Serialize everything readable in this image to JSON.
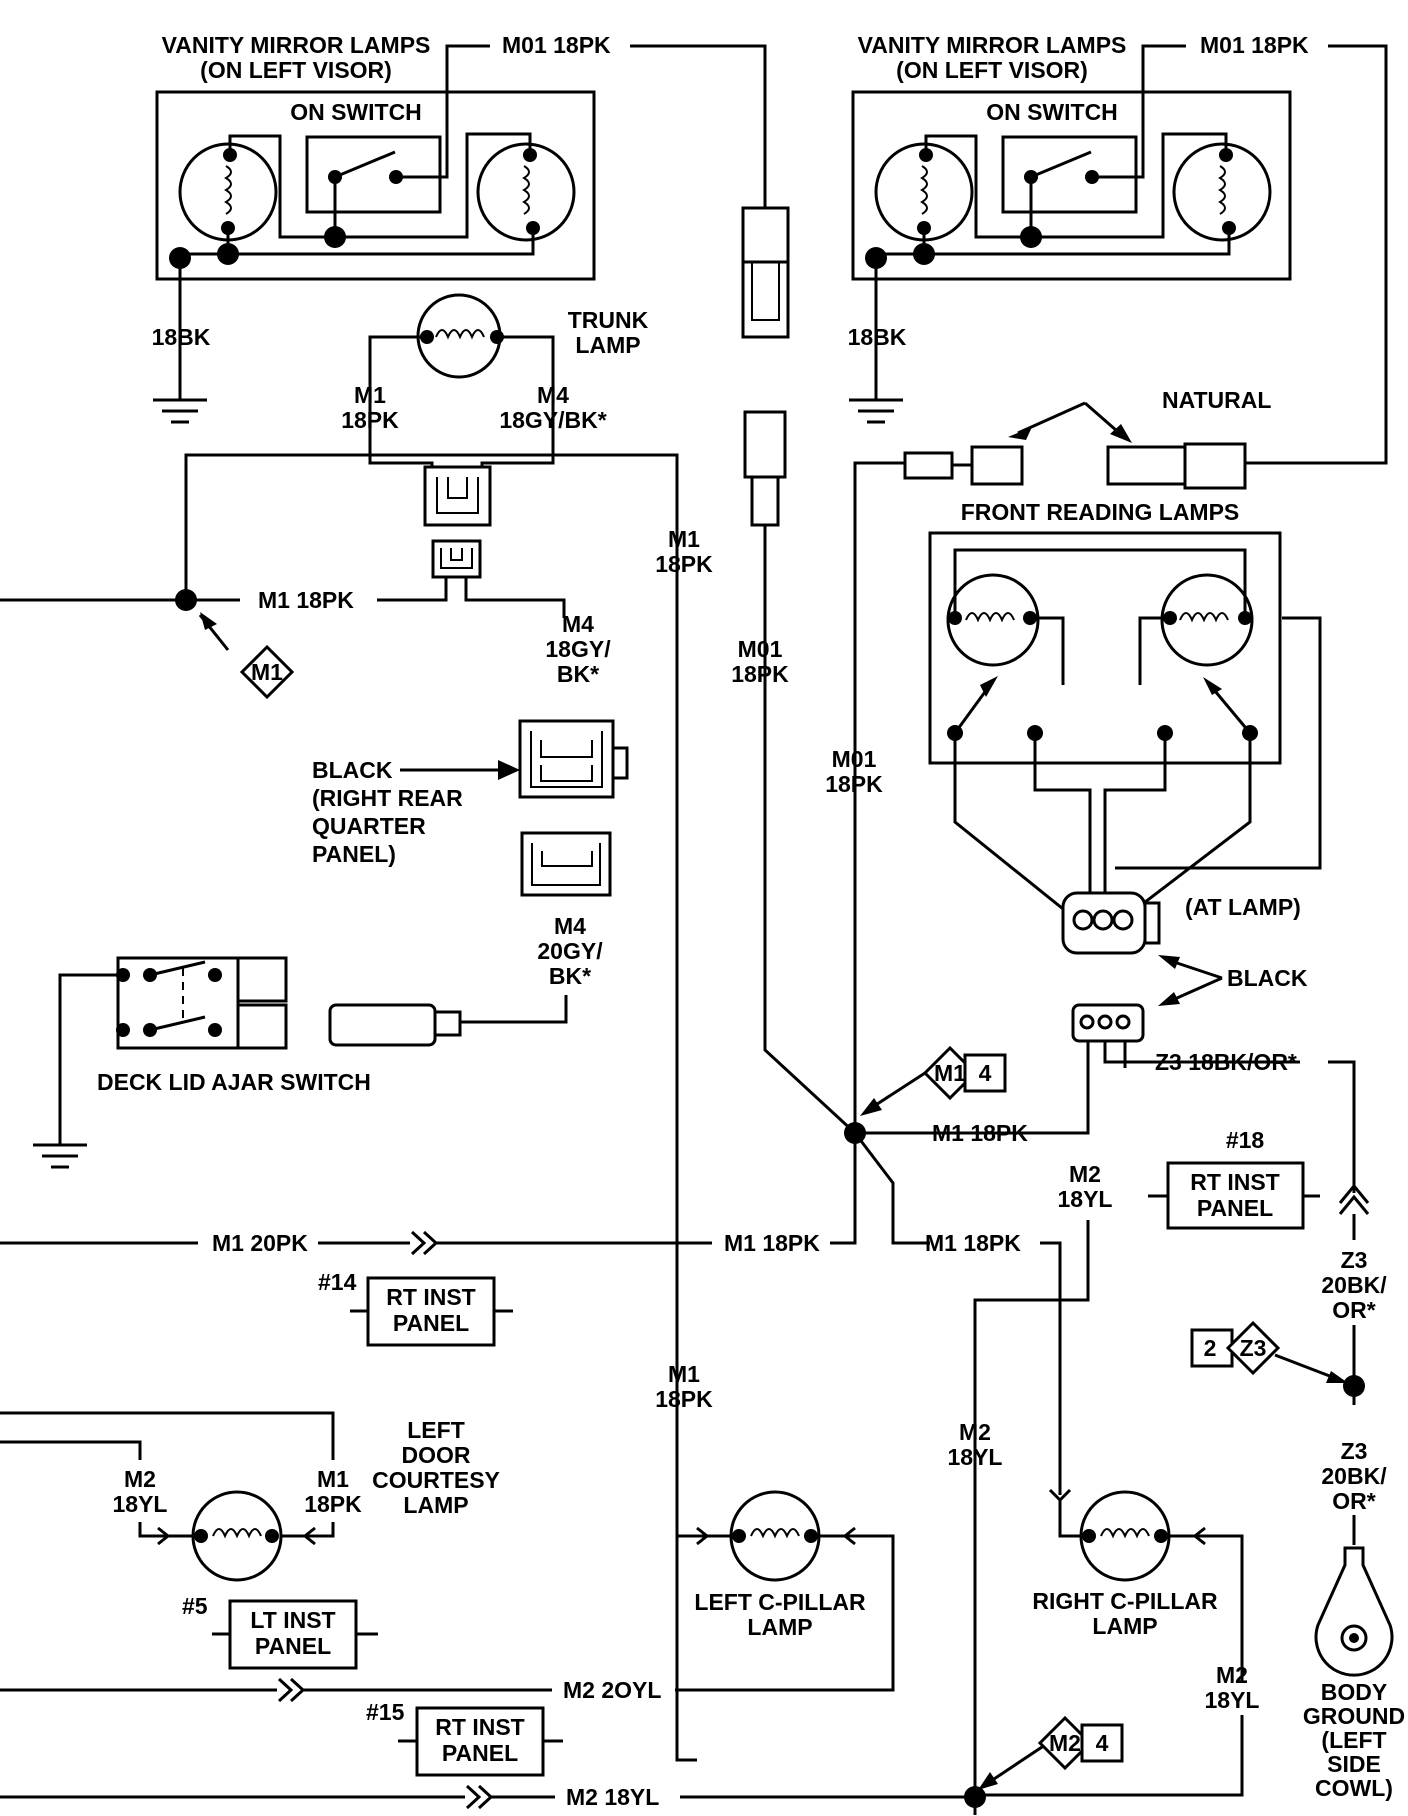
{
  "labels": {
    "vanity_left_title_1": "VANITY MIRROR LAMPS",
    "vanity_left_title_2": "(ON LEFT VISOR)",
    "vanity_left_wire": "M01 18PK",
    "vanity_left_switch": "ON SWITCH",
    "vanity_right_title_1": "VANITY MIRROR LAMPS",
    "vanity_right_title_2": "(ON LEFT VISOR)",
    "vanity_right_wire": "M01 18PK",
    "vanity_right_switch": "ON SWITCH",
    "ground_left_18bk": "18BK",
    "ground_right_18bk": "18BK",
    "trunk_lamp_1": "TRUNK",
    "trunk_lamp_2": "LAMP",
    "trunk_m1_a": "M1",
    "trunk_m1_b": "18PK",
    "trunk_m4_a": "M4",
    "trunk_m4_b": "18GY/BK*",
    "natural": "NATURAL",
    "front_reading_lamps": "FRONT READING LAMPS",
    "m1_18pk_left": "M1 18PK",
    "m1_badge": "M1",
    "m4_18gy_a": "M4",
    "m4_18gy_b": "18GY/",
    "m4_18gy_c": "BK*",
    "m1_vert_a": "M1",
    "m1_vert_b": "18PK",
    "m01_vert_a": "M01",
    "m01_vert_b": "18PK",
    "m01_right_a": "M01",
    "m01_right_b": "18PK",
    "black_label": "BLACK",
    "right_rear_1": "(RIGHT REAR",
    "right_rear_2": "QUARTER",
    "right_rear_3": "PANEL)",
    "m4_20gy_a": "M4",
    "m4_20gy_b": "20GY/",
    "m4_20gy_c": "BK*",
    "at_lamp": "(AT LAMP)",
    "black_right": "BLACK",
    "deck_lid": "DECK LID AJAR SWITCH",
    "z3_18bk": "Z3 18BK/OR*",
    "m1_4_badge": "M1",
    "m1_4_num": "4",
    "m1_18pk_center": "M1 18PK",
    "m2_18yl_a": "M2",
    "m2_18yl_b": "18YL",
    "ref18": "#18",
    "rt_inst_18_a": "RT INST",
    "rt_inst_18_b": "PANEL",
    "m1_20pk": "M1 20PK",
    "m1_18pk_mid": "M1 18PK",
    "m1_18pk_right": "M1 18PK",
    "z3_20bk_a": "Z3",
    "z3_20bk_b": "20BK/",
    "z3_20bk_c": "OR*",
    "ref14": "#14",
    "rt_inst_14_a": "RT INST",
    "rt_inst_14_b": "PANEL",
    "z3_badge_num": "2",
    "z3_badge": "Z3",
    "m1_low_a": "M1",
    "m1_low_b": "18PK",
    "left_door_1": "LEFT",
    "left_door_2": "DOOR",
    "left_door_3": "COURTESY",
    "left_door_4": "LAMP",
    "m2_ld_a": "M2",
    "m2_ld_b": "18YL",
    "m1_ld_a": "M1",
    "m1_ld_b": "18PK",
    "m2_right_a": "M2",
    "m2_right_b": "18YL",
    "z3_20bk2_a": "Z3",
    "z3_20bk2_b": "20BK/",
    "z3_20bk2_c": "OR*",
    "ref5": "#5",
    "lt_inst_5_a": "LT INST",
    "lt_inst_5_b": "PANEL",
    "left_cpillar_1": "LEFT C-PILLAR",
    "left_cpillar_2": "LAMP",
    "right_cpillar_1": "RIGHT C-PILLAR",
    "right_cpillar_2": "LAMP",
    "body_ground_1": "BODY",
    "body_ground_2": "GROUND",
    "body_ground_3": "(LEFT",
    "body_ground_4": "SIDE",
    "body_ground_5": "COWL)",
    "m2_20yl": "M2 2OYL",
    "m2_right_low_a": "M2",
    "m2_right_low_b": "18YL",
    "ref15": "#15",
    "rt_inst_15_a": "RT INST",
    "rt_inst_15_b": "PANEL",
    "m2_badge": "M2",
    "m2_badge_num": "4",
    "m2_18yl_bottom": "M2 18YL"
  }
}
